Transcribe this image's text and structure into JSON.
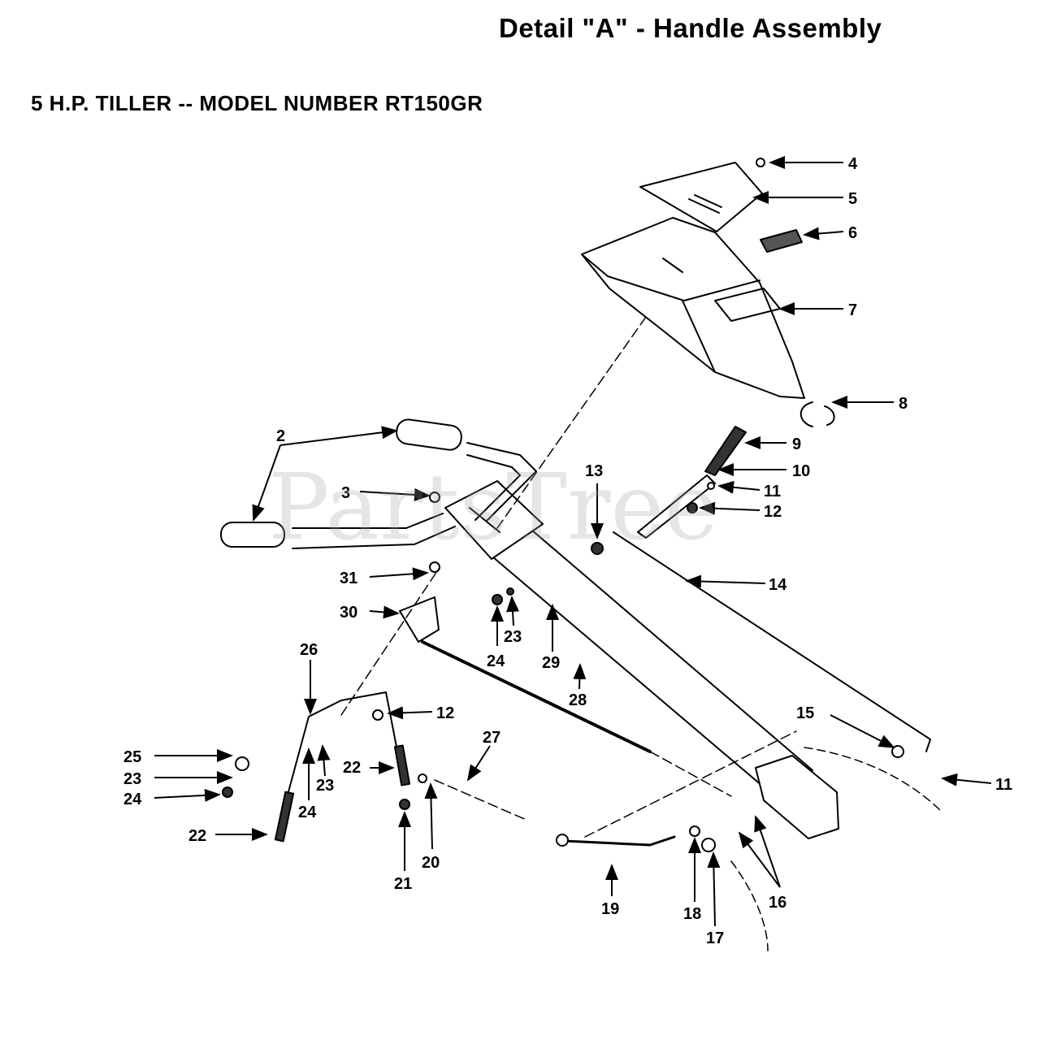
{
  "header": {
    "detail_title": "Detail \"A\" - Handle Assembly",
    "model_title": "5 H.P. TILLER -- MODEL NUMBER RT150GR"
  },
  "watermark": {
    "text": "PartsTree"
  },
  "callouts": {
    "c1": "4",
    "c2": "5",
    "c3": "6",
    "c4": "7",
    "c5": "8",
    "c6": "9",
    "c7": "10",
    "c8": "11",
    "c9": "12",
    "c10": "13",
    "c11": "14",
    "c12": "2",
    "c13": "3",
    "c14": "31",
    "c15": "30",
    "c16": "24",
    "c17": "23",
    "c18": "29",
    "c19": "28",
    "c20": "26",
    "c21": "12",
    "c22": "27",
    "c23": "25",
    "c24": "23",
    "c25": "24",
    "c26": "22",
    "c27": "23",
    "c28": "24",
    "c29": "22",
    "c30": "21",
    "c31": "20",
    "c32": "15",
    "c33": "11",
    "c34": "19",
    "c35": "18",
    "c36": "17",
    "c37": "16"
  },
  "colors": {
    "ink": "#000000",
    "watermark": "#a0a0a0",
    "background": "#ffffff"
  }
}
